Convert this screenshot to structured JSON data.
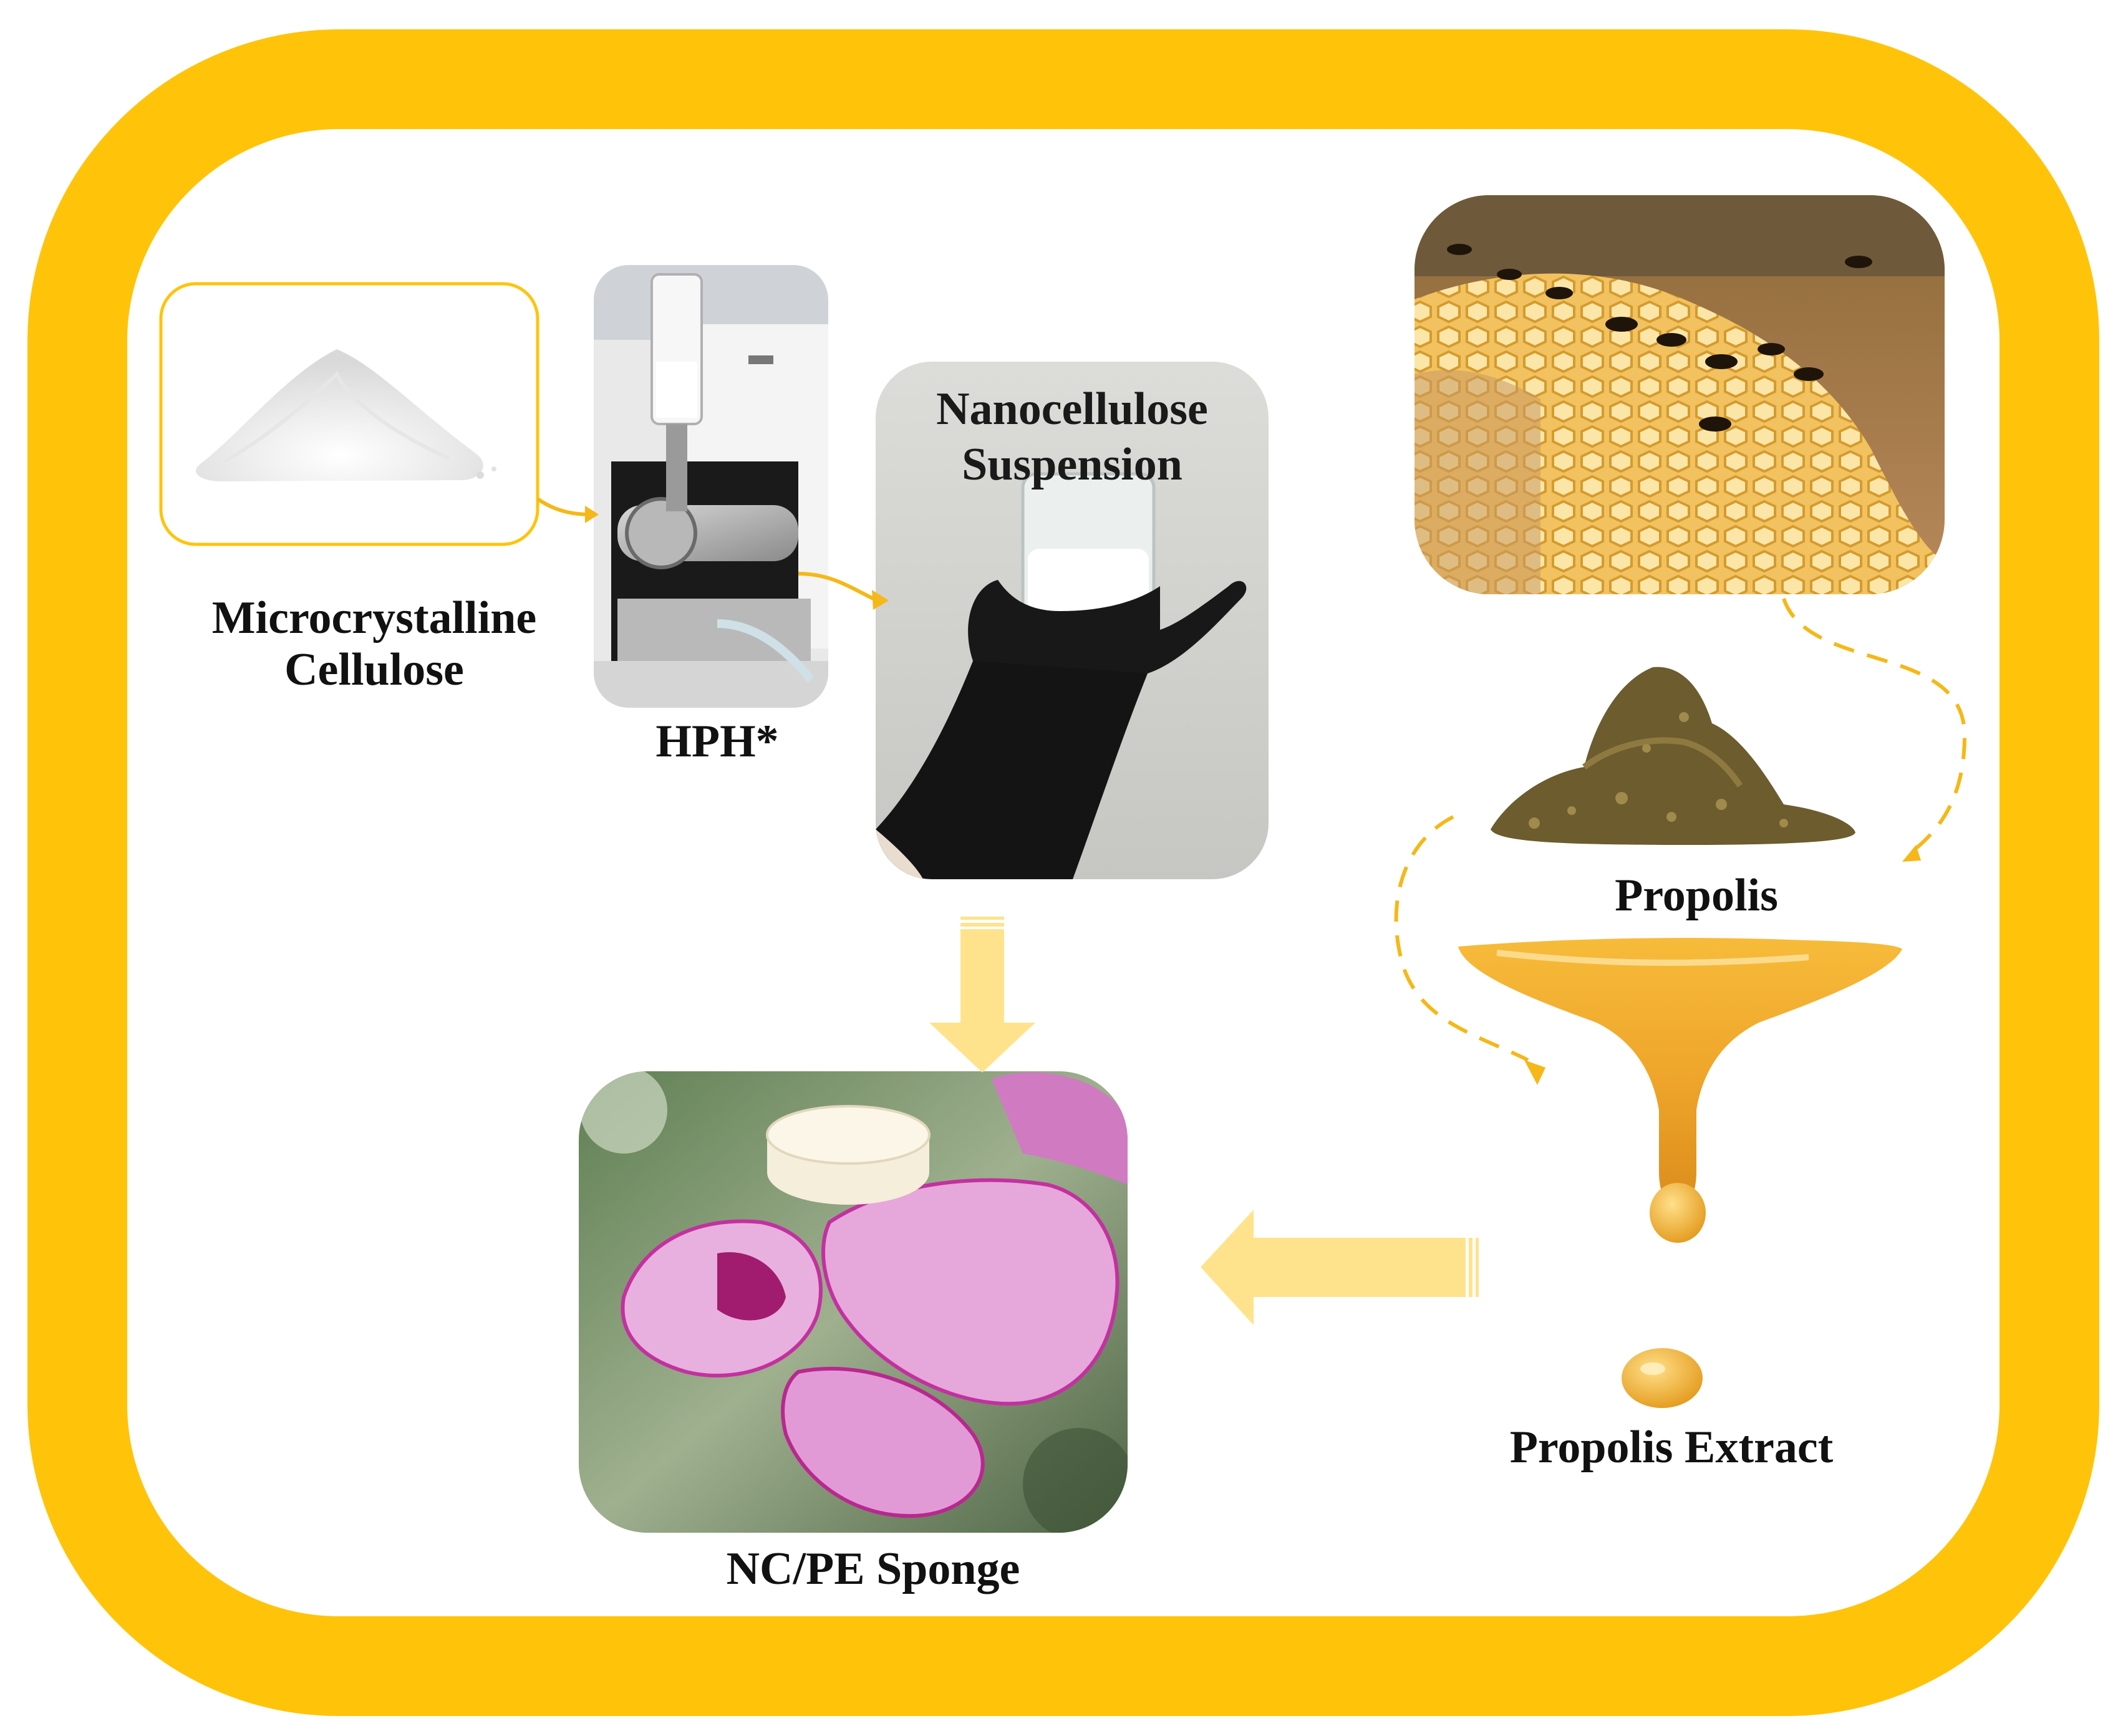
{
  "colors": {
    "frame": "#FFC40A",
    "arrow_light": "#FFE38C",
    "connector": "#F5B818",
    "card_border": "#FFC40A"
  },
  "labels": {
    "mcc_line1": "Microcrystalline",
    "mcc_line2": "Cellulose",
    "hph": "HPH*",
    "nano_line1": "Nanocellulose",
    "nano_line2": "Suspension",
    "propolis": "Propolis",
    "extract": "Propolis Extract",
    "sponge": "NC/PE Sponge"
  },
  "icons": {
    "powder": "powder-pile-icon",
    "homogenizer": "homogenizer-machine-icon",
    "beaker": "beaker-in-glove-icon",
    "honeycomb": "honeycomb-with-bees-icon",
    "propolis": "propolis-pile-icon",
    "extract": "honey-drip-icon",
    "sponge": "orchid-with-sponge-icon"
  }
}
